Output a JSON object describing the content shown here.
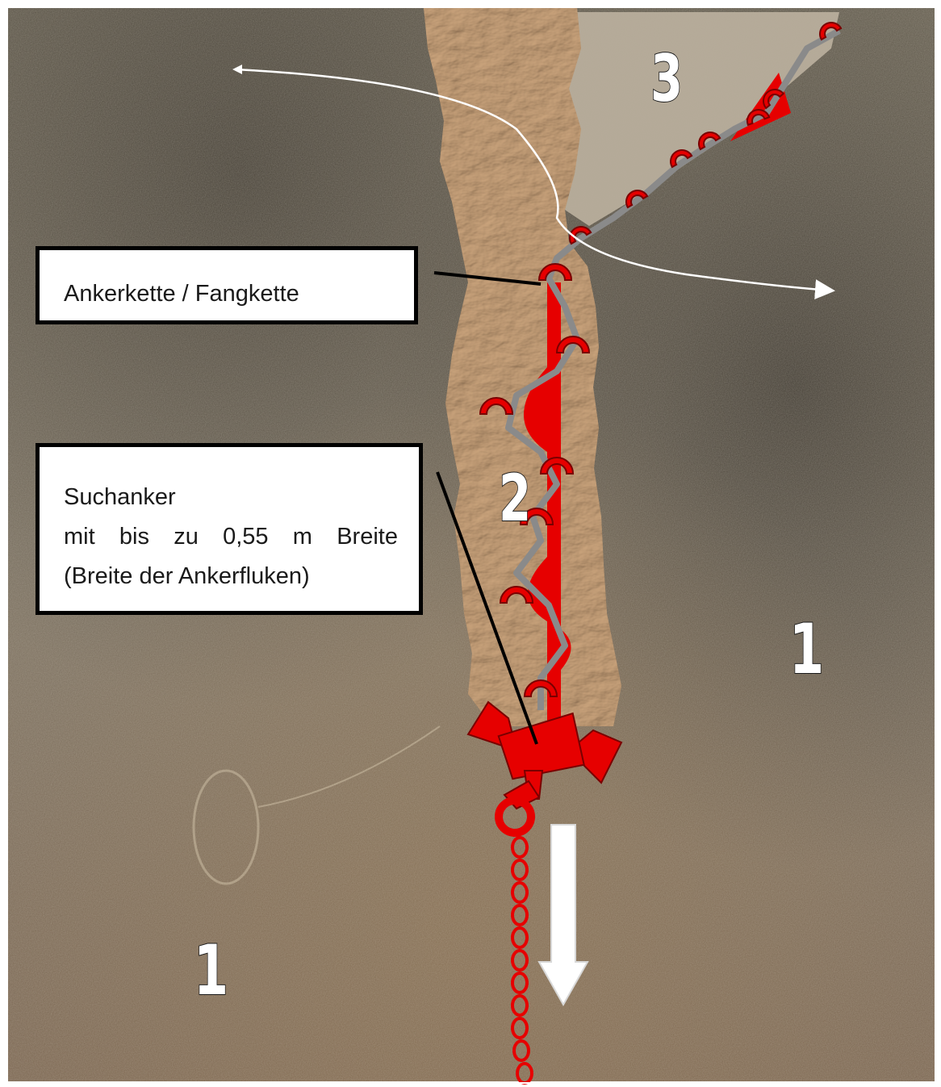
{
  "labels": {
    "chain": "Ankerkette / Fangkette",
    "anchor_title": "Suchanker",
    "anchor_line2_words": [
      "mit",
      "bis",
      "zu",
      "0,55",
      "m",
      "Breite"
    ],
    "anchor_line3": "(Breite der Ankerfluken)"
  },
  "zones": {
    "zone_1_right": "1",
    "zone_1_left": "1",
    "zone_2": "2",
    "zone_3": "3"
  },
  "colors": {
    "anchor_red": "#e60000",
    "chain_gray": "#8a8a8a",
    "paper_brown": "#b98e66",
    "sand_dark": "#5b5245",
    "sand_light": "#a69c8a",
    "arrow_white": "#ffffff"
  },
  "icons": [
    "anchor-icon",
    "anchor-chain-icon",
    "pull-direction-arrow-icon",
    "drift-curve-arrow-icon"
  ]
}
